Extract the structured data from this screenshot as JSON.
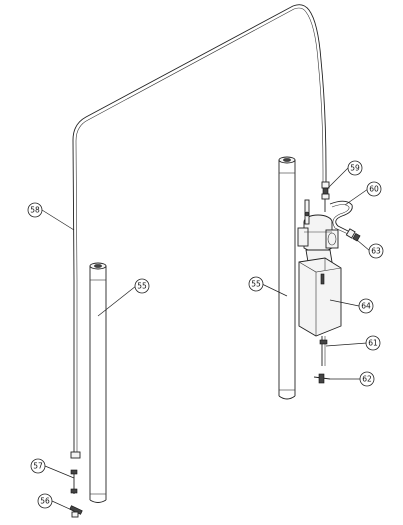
{
  "callouts": {
    "c55_left": "55",
    "c55_right": "55",
    "c56": "56",
    "c57": "57",
    "c58": "58",
    "c59": "59",
    "c60": "60",
    "c61": "61",
    "c62": "62",
    "c63": "63",
    "c64": "64"
  }
}
